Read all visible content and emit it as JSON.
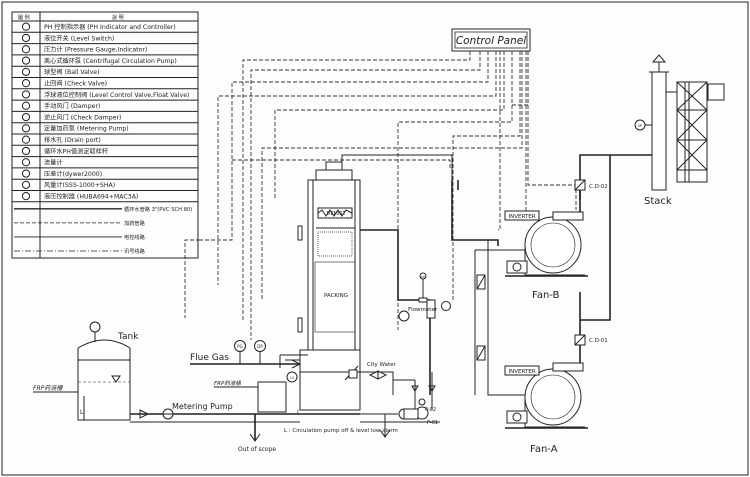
{
  "legend": {
    "header_symbol": "圖 例",
    "header_desc": "說 明",
    "rows": [
      {
        "symbol": "PHIC",
        "text": "PH 控制指示器 (PH Indicator and Controller)"
      },
      {
        "symbol": "LS",
        "text": "液位开关 (Level Switch)"
      },
      {
        "symbol": "PG",
        "text": "压力计 (Pressure Gauge,Indicator)"
      },
      {
        "symbol": "pump",
        "text": "离心式循环泵 (Centrifugal Circulation Pump)"
      },
      {
        "symbol": "ball",
        "text": "球型阀 (Ball Valve)"
      },
      {
        "symbol": "check",
        "text": "止回阀 (Check Valve)"
      },
      {
        "symbol": "float",
        "text": "浮球液位控制阀 (Level Control Valve,Float Valve)"
      },
      {
        "symbol": "damper",
        "text": "手动风门 (Damper)"
      },
      {
        "symbol": "cdamper",
        "text": "逆止风门 (Check Damper)"
      },
      {
        "symbol": "mpump",
        "text": "定量加药泵 (Metering Pump)"
      },
      {
        "symbol": "drain",
        "text": "排水孔 (Drain port)"
      },
      {
        "symbol": "sample",
        "text": "循环水PH值测定取样杆"
      },
      {
        "symbol": "flow",
        "text": "流量计"
      },
      {
        "symbol": "Pd",
        "text": "压差计(dywer2000)"
      },
      {
        "symbol": "F",
        "text": "风量计(SSS-1000+SHA)"
      },
      {
        "symbol": "R",
        "text": "液压控制器 (HUBA694+MAC3A)"
      }
    ],
    "line_rows": [
      "循环水管路 3\"(PVC SCH 80)",
      "加药管路",
      "电控线路",
      "讯号线路"
    ]
  },
  "labels": {
    "control_panel": "Control Panel",
    "stack": "Stack",
    "fan_b": "Fan-B",
    "fan_a": "Fan-A",
    "inverter": "INVERTER",
    "cd02": "C.D-02",
    "cd01": "C.D-01",
    "tank": "Tank",
    "flue_gas": "Flue Gas",
    "metering_pump": "Metering Pump",
    "out_of_scope": "Out of scope",
    "city_water": "City Water",
    "flowmeter": "Flowmeter",
    "demist": "DEMIST",
    "packing": "PACKING",
    "frp_tank": "FRP药液槽",
    "frp_small": "FRP药液桶",
    "note_l": "L : Circulation pump off & level low alarm",
    "pg": "PG",
    "dp": "DP",
    "ls": "LS",
    "ph": "PH",
    "l": "L",
    "p02": "P-02",
    "p01": "P-01",
    "sp": "SP"
  }
}
